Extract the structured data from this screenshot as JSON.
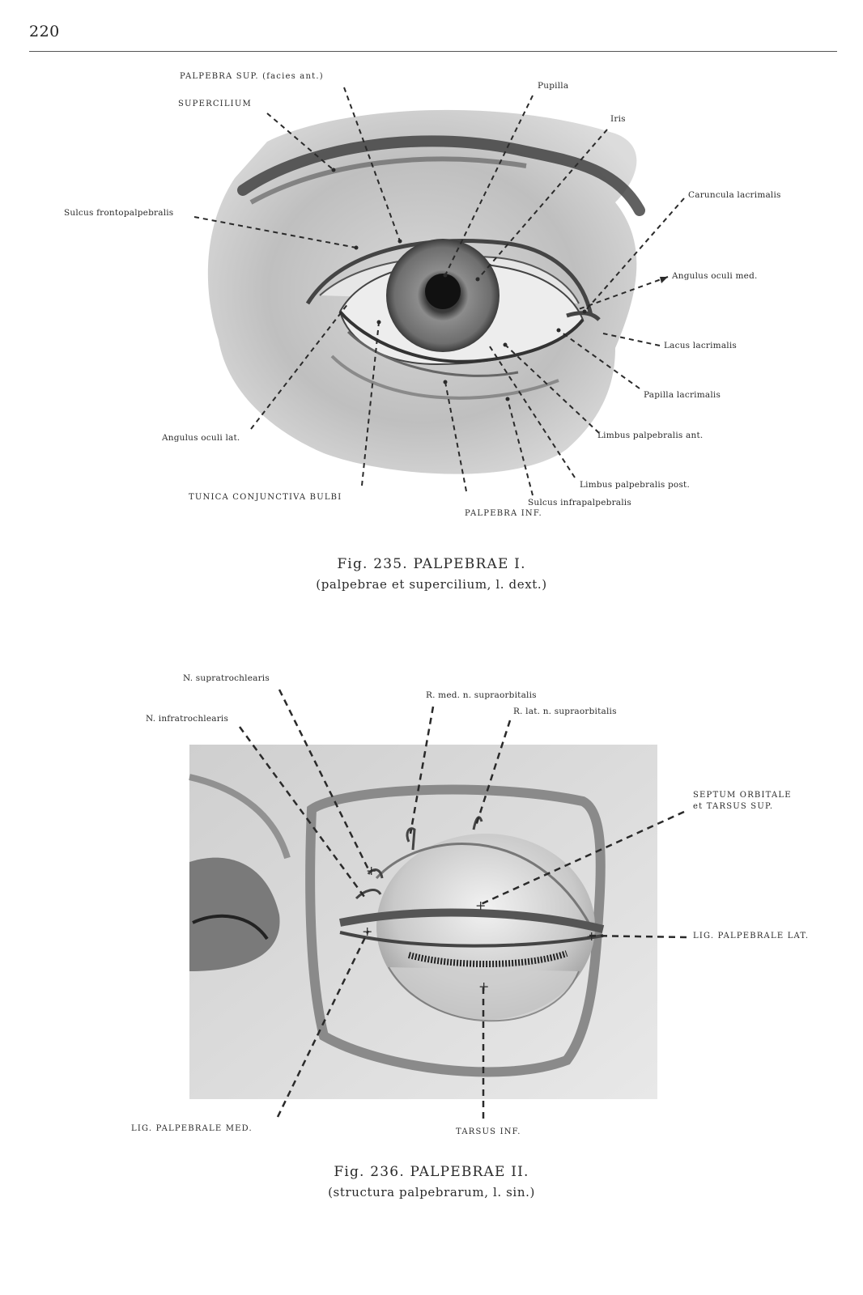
{
  "page_number": "220",
  "figure1": {
    "labels": {
      "palpebra_sup": "PALPEBRA SUP. (facies ant.)",
      "supercilium": "SUPERCILIUM",
      "pupilla": "Pupilla",
      "iris": "Iris",
      "caruncula": "Caruncula lacrimalis",
      "sulcus_fronto": "Sulcus frontopalpebralis",
      "angulus_med": "Angulus oculi med.",
      "lacus": "Lacus lacrimalis",
      "papilla": "Papilla lacrimalis",
      "limbus_ant": "Limbus palpebralis ant.",
      "limbus_post": "Limbus palpebralis post.",
      "angulus_lat": "Angulus oculi lat.",
      "tunica": "TUNICA CONJUNCTIVA BULBI",
      "sulcus_infra": "Sulcus infrapalpebralis",
      "palpebra_inf": "PALPEBRA INF."
    },
    "caption_title": "Fig. 235. PALPEBRAE I.",
    "caption_sub": "(palpebrae et supercilium, l. dext.)"
  },
  "figure2": {
    "labels": {
      "n_supratrochlearis": "N. supratrochlearis",
      "n_infratrochlearis": "N. infratrochlearis",
      "r_med": "R. med. n. supraorbitalis",
      "r_lat": "R. lat. n. supraorbitalis",
      "septum_1": "SEPTUM ORBITALE",
      "septum_2": "et TARSUS SUP.",
      "lig_lat": "LIG. PALPEBRALE LAT.",
      "lig_med": "LIG. PALPEBRALE MED.",
      "tarsus_inf": "TARSUS INF."
    },
    "caption_title": "Fig. 236. PALPEBRAE II.",
    "caption_sub": "(structura palpebrarum, l. sin.)"
  }
}
